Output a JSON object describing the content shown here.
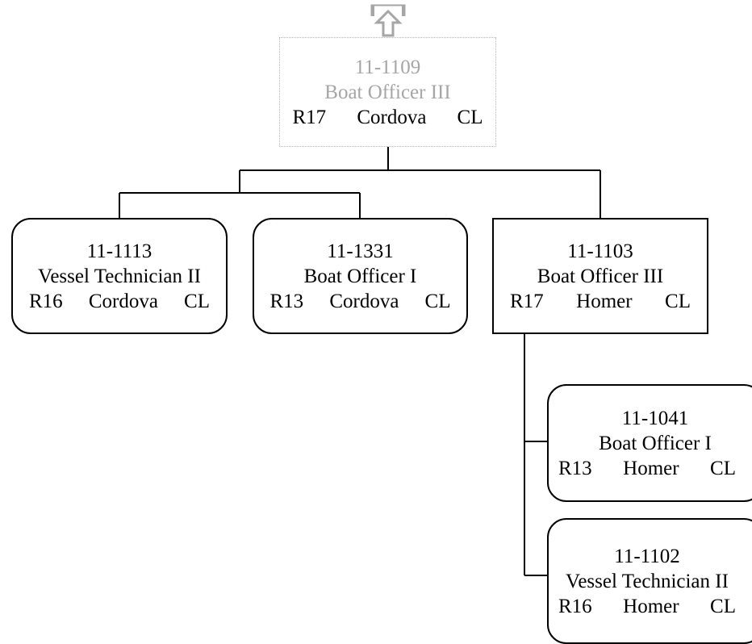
{
  "parent": {
    "code": "11-1109",
    "title": "Boat Officer III",
    "range": "R17",
    "location": "Cordova",
    "unit": "CL"
  },
  "direct_reports": [
    {
      "code": "11-1113",
      "title": "Vessel Technician II",
      "range": "R16",
      "location": "Cordova",
      "unit": "CL"
    },
    {
      "code": "11-1331",
      "title": "Boat Officer I",
      "range": "R13",
      "location": "Cordova",
      "unit": "CL"
    },
    {
      "code": "11-1103",
      "title": "Boat Officer III",
      "range": "R17",
      "location": "Homer",
      "unit": "CL"
    }
  ],
  "sub_reports": [
    {
      "code": "11-1041",
      "title": "Boat Officer I",
      "range": "R13",
      "location": "Homer",
      "unit": "CL"
    },
    {
      "code": "11-1102",
      "title": "Vessel Technician II",
      "range": "R16",
      "location": "Homer",
      "unit": "CL"
    }
  ],
  "colors": {
    "line": "#000000",
    "parent_border": "#b8b8b8",
    "parent_text": "#a6a6a6",
    "arrow": "#a6a6a6"
  },
  "icons": {
    "navigate_up": "up-arrow-icon"
  }
}
